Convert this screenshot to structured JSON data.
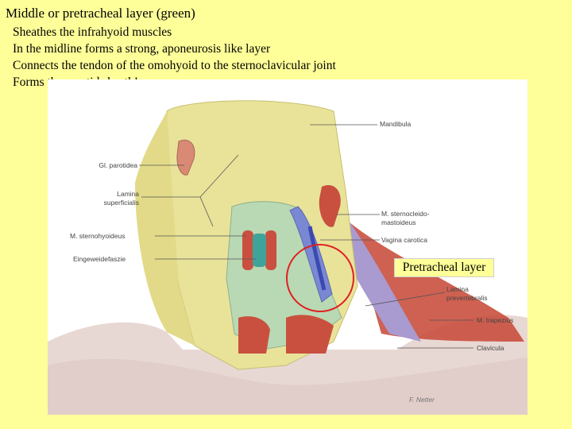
{
  "title": "Middle or pretracheal layer (green)",
  "bullets": [
    "Sheathes the infrahyoid muscles",
    "In the midline forms a strong, aponeurosis like layer",
    "Connects the tendon of the omohyoid to the sternoclavicular joint",
    "Forms the carotid sheath!"
  ],
  "figure": {
    "labels": {
      "mandibula": "Mandibula",
      "gl_parotidea": "Gl. parotidea",
      "lamina_superficialis_1": "Lamina",
      "lamina_superficialis_2": "superficialis",
      "m_sternohyoideus": "M. sternohyoideus",
      "eingeweidefaszie": "Eingeweidefaszie",
      "m_sternocleido_1": "M. sternocleido-",
      "m_sternocleido_2": "mastoideus",
      "vagina_carotica": "Vagina carotica",
      "lamina_prevertebralis_1": "Lamina",
      "lamina_prevertebralis_2": "prevertebralis",
      "m_trapezius": "M. trapezius",
      "clavicula": "Clavicula"
    },
    "signature": "F. Netter",
    "colors": {
      "superficial_fascia": "#e9e39a",
      "pretracheal_fascia": "#b9d8b4",
      "carotid_sheath": "#7a88d4",
      "muscle": "#c9503f",
      "prevertebral": "#a99ad0",
      "highlight_circle": "#e02020"
    }
  },
  "callout": "Pretracheal layer"
}
